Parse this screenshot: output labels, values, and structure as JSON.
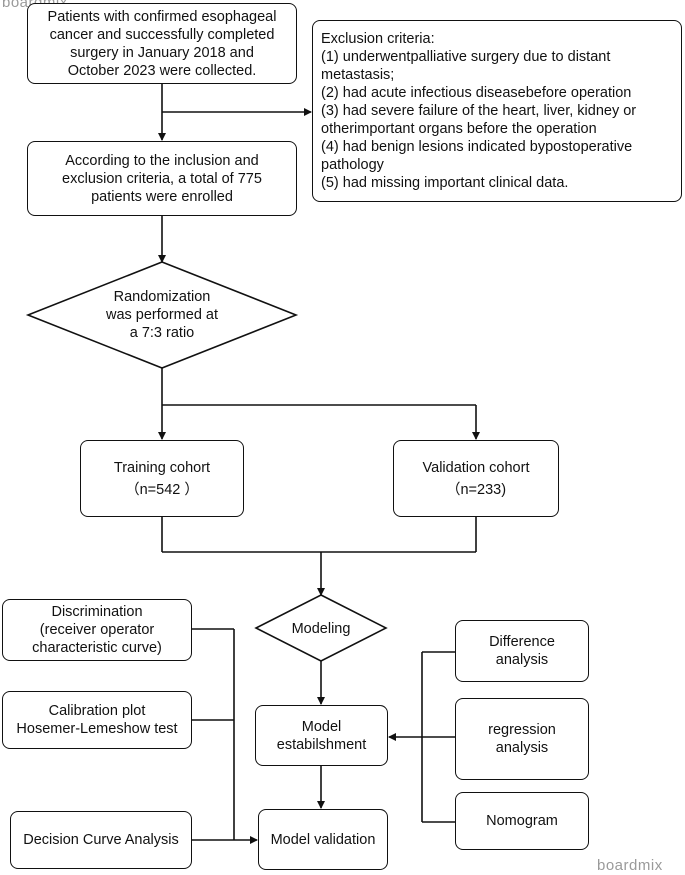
{
  "watermark_top": "boardmix",
  "watermark_bottom": "boardmix",
  "boxes": {
    "collection": [
      "Patients with confirmed esophageal",
      "cancer and successfully completed",
      "surgery in January 2018 and",
      "October 2023 were collected."
    ],
    "exclusion": [
      "Exclusion criteria:",
      "(1) underwentpalliative surgery due to distant",
      "metastasis;",
      "(2) had acute infectious diseasebefore operation",
      "(3) had severe failure of the heart, liver, kidney or",
      "otherimportant organs before the operation",
      "(4) had benign lesions indicated bypostoperative",
      "pathology",
      "(5) had missing important clinical data."
    ],
    "enrolled": [
      "According to the inclusion and",
      "exclusion criteria, a total of 775",
      "patients were enrolled"
    ],
    "randomization": [
      "Randomization",
      "was performed at",
      "a 7:3 ratio"
    ],
    "training": [
      "Training cohort",
      "（n=542 ）"
    ],
    "validation": [
      "Validation cohort",
      "（n=233)"
    ],
    "modeling": [
      "Modeling"
    ],
    "discrimination": [
      "Discrimination",
      "(receiver operator",
      "characteristic curve)"
    ],
    "calibration": [
      "Calibration plot",
      "Hosemer-Lemeshow test"
    ],
    "decision_curve": [
      "Decision Curve Analysis"
    ],
    "model_establishment": [
      "Model",
      "estabilshment"
    ],
    "model_validation": [
      "Model validation"
    ],
    "difference": [
      "Difference",
      "analysis"
    ],
    "regression": [
      "regression",
      "analysis"
    ],
    "nomogram": [
      "Nomogram"
    ]
  }
}
